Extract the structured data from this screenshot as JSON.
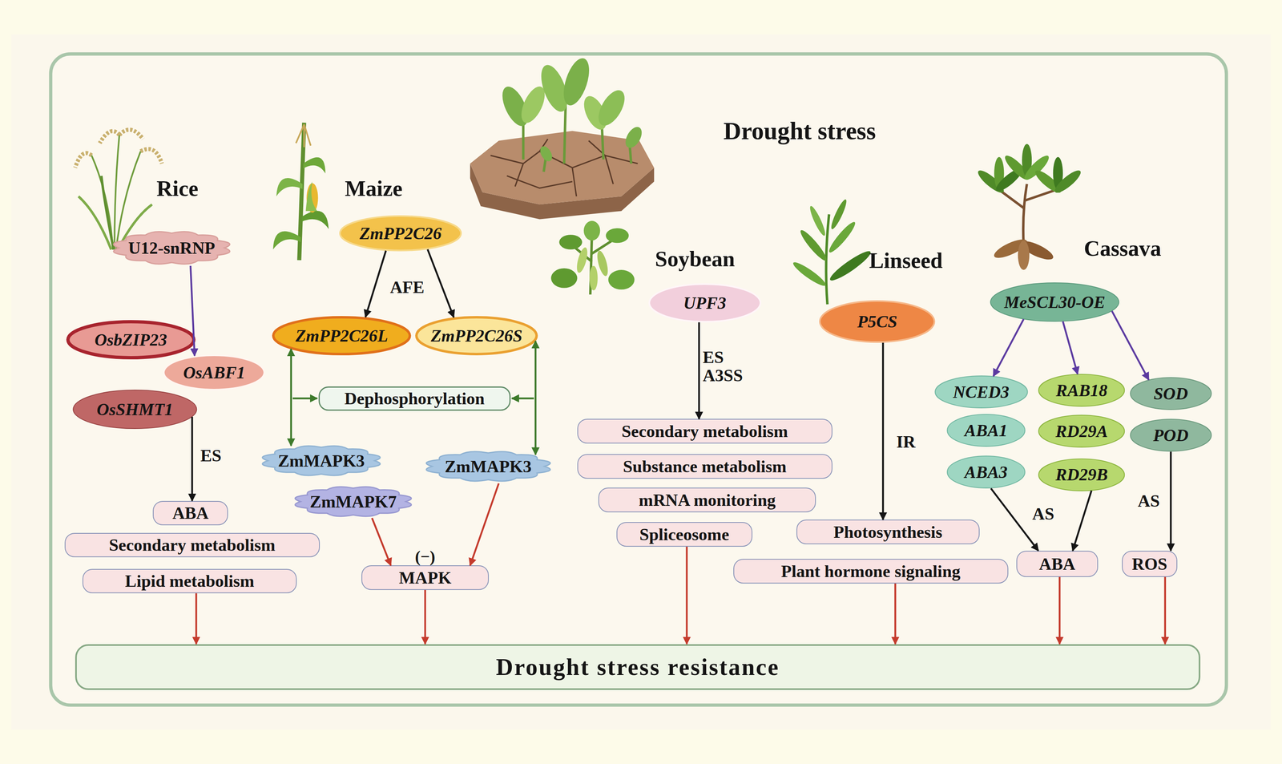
{
  "diagram": {
    "title": "Drought stress",
    "nodes": [
      {
        "text": [
          "U12-snRNP"
        ]
      },
      {
        "text": [
          "OsbZIP23"
        ]
      },
      {
        "text": [
          "OsABF1"
        ]
      },
      {
        "text": [
          "OsSHMT1"
        ]
      },
      {
        "text": [
          "ABA"
        ]
      },
      {
        "text": [
          "Secondary metabolism"
        ]
      },
      {
        "text": [
          "Lipid metabolism"
        ]
      },
      {
        "text": [
          "ZmPP2C26"
        ]
      },
      {
        "text": [
          "ZmPP2C26L"
        ]
      },
      {
        "text": [
          "ZmPP2C26S"
        ]
      },
      {
        "text": [
          "Dephosphorylation"
        ]
      },
      {
        "text": [
          "ZmMAPK3"
        ]
      },
      {
        "text": [
          "ZmMAPK7"
        ]
      },
      {
        "text": [
          "ZmMAPK3"
        ]
      },
      {
        "text": [
          "MAPK"
        ]
      },
      {
        "text": [
          "UPF3"
        ]
      },
      {
        "text": [
          "Secondary metabolism"
        ]
      },
      {
        "text": [
          "Substance metabolism"
        ]
      },
      {
        "text": [
          "mRNA monitoring"
        ]
      },
      {
        "text": [
          "Spliceosome"
        ]
      },
      {
        "text": [
          "P5CS"
        ]
      },
      {
        "text": [
          "Photosynthesis"
        ]
      },
      {
        "text": [
          "Plant hormone signaling"
        ]
      },
      {
        "text": [
          "MeSCL30-OE"
        ]
      },
      {
        "text": [
          "NCED3"
        ]
      },
      {
        "text": [
          "ABA1"
        ]
      },
      {
        "text": [
          "ABA3"
        ]
      },
      {
        "text": [
          "RAB18"
        ]
      },
      {
        "text": [
          "RD29A"
        ]
      },
      {
        "text": [
          "RD29B"
        ]
      },
      {
        "text": [
          "SOD"
        ]
      },
      {
        "text": [
          "POD"
        ]
      },
      {
        "text": [
          "ABA"
        ]
      },
      {
        "text": [
          "ROS"
        ]
      },
      {
        "text": [
          "Drought stress resistance"
        ]
      }
    ],
    "edges": [
      {
        "from": 0,
        "to": 2,
        "arrow": "to"
      },
      {
        "from": 3,
        "to": 4,
        "label": "ES",
        "arrow": "to"
      },
      {
        "from": 7,
        "to": 8,
        "label": "AFE",
        "arrow": "to"
      },
      {
        "from": 7,
        "to": 9,
        "arrow": "to"
      },
      {
        "from": 8,
        "to": 11,
        "arrow": "both"
      },
      {
        "from": 9,
        "to": 13,
        "arrow": "both"
      },
      {
        "from": 12,
        "to": 14,
        "arrow": "to"
      },
      {
        "from": 13,
        "to": 14,
        "arrow": "to"
      },
      {
        "from": 15,
        "to": 16,
        "label": "ES A3SS",
        "arrow": "to"
      },
      {
        "from": 20,
        "to": 21,
        "label": "IR",
        "arrow": "to"
      },
      {
        "from": 23,
        "to": 24,
        "arrow": "to"
      },
      {
        "from": 23,
        "to": 27,
        "arrow": "to"
      },
      {
        "from": 23,
        "to": 30,
        "arrow": "to"
      },
      {
        "from": 26,
        "to": 32,
        "label": "AS",
        "arrow": "to"
      },
      {
        "from": 29,
        "to": 32,
        "arrow": "to"
      },
      {
        "from": 31,
        "to": 33,
        "label": "AS",
        "arrow": "to"
      },
      {
        "from": 6,
        "to": 34,
        "arrow": "to"
      },
      {
        "from": 14,
        "to": 34,
        "arrow": "to"
      },
      {
        "from": 19,
        "to": 34,
        "arrow": "to"
      },
      {
        "from": 22,
        "to": 34,
        "arrow": "to"
      },
      {
        "from": 32,
        "to": 34,
        "arrow": "to"
      },
      {
        "from": 33,
        "to": 34,
        "arrow": "to"
      }
    ],
    "labels": [
      "Rice",
      "Maize",
      "Soybean",
      "Linseed",
      "Cassava",
      "(−)"
    ]
  }
}
